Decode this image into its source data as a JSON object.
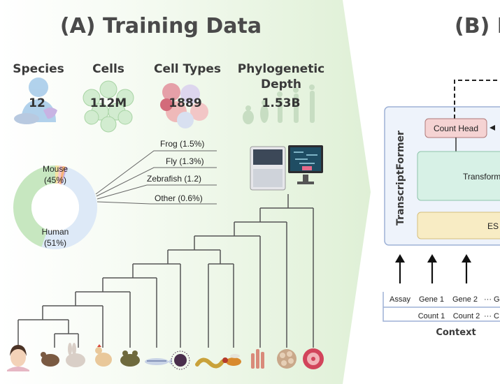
{
  "panel_a": {
    "title": "(A) Training Data",
    "stats": {
      "species": {
        "label": "Species",
        "value": "12"
      },
      "cells": {
        "label": "Cells",
        "value": "112M"
      },
      "cell_types": {
        "label": "Cell Types",
        "value": "1889"
      },
      "phylo": {
        "label1": "Phylogenetic",
        "label2": "Depth",
        "value": "1.53B"
      }
    },
    "donut": {
      "mouse_name": "Mouse",
      "mouse_pct": "(45%)",
      "human_name": "Human",
      "human_pct": "(51%)",
      "callouts": {
        "frog": "Frog (1.5%)",
        "fly": "Fly (1.3%)",
        "zebrafish": "Zebrafish (1.2)",
        "other": "Other (0.6%)"
      }
    }
  },
  "panel_b": {
    "title_partial": "(B) M",
    "model_name": "TranscriptFormer",
    "count_head": "Count Head",
    "transformer_partial": "Transform",
    "esm_partial": "ES",
    "inputs": {
      "assay": "Assay",
      "gene1": "Gene 1",
      "gene2": "Gene 2",
      "gene_more": "··· G",
      "count1": "Count 1",
      "count2": "Count 2",
      "count_more": "··· C"
    },
    "context_label": "Context"
  },
  "chart_data": {
    "type": "pie",
    "categories": [
      "Human",
      "Mouse",
      "Frog",
      "Fly",
      "Zebrafish",
      "Other"
    ],
    "values": [
      51,
      45,
      1.5,
      1.3,
      1.2,
      0.6
    ],
    "colors": {
      "Human": "#dde9f7",
      "Mouse": "#c7e7c0",
      "Frog": "#f3e2a0",
      "Fly": "#f4c4cd",
      "Zebrafish": "#f7b27a",
      "Other": "#c9a9e0"
    }
  },
  "colors": {
    "bg_gradient_end": "#dff0d6",
    "count_head_fill": "#f5d3d3",
    "transformer_fill": "#d7f1e6",
    "esm_fill": "#f8ecc4",
    "model_box_fill": "#eef3fb"
  }
}
